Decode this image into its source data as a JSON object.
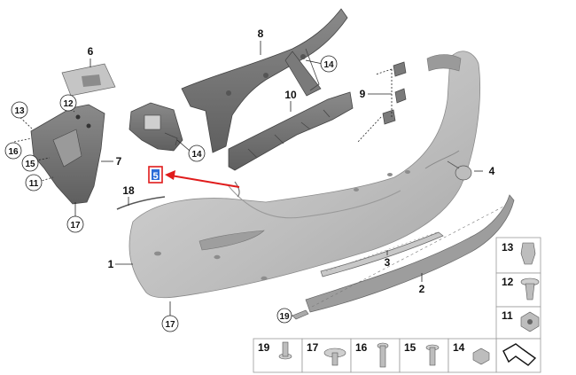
{
  "callouts": {
    "c1": "1",
    "c2": "2",
    "c3": "3",
    "c4": "4",
    "c5": "5",
    "c6": "6",
    "c7": "7",
    "c8": "8",
    "c9": "9",
    "c10": "10",
    "c11": "11",
    "c12": "12",
    "c13": "13",
    "c14a": "14",
    "c14b": "14",
    "c15": "15",
    "c16": "16",
    "c17a": "17",
    "c17b": "17",
    "c18": "18",
    "c19": "19"
  },
  "legend": {
    "r13": "13",
    "r12": "12",
    "r11": "11",
    "b19": "19",
    "b17": "17",
    "b16": "16",
    "b15": "15",
    "b14": "14"
  },
  "colors": {
    "highlight": "#2b6cd8",
    "arrow": "#e01b1b",
    "part_dark": "#7a7a7a",
    "bumper": "#c3c3c3"
  }
}
